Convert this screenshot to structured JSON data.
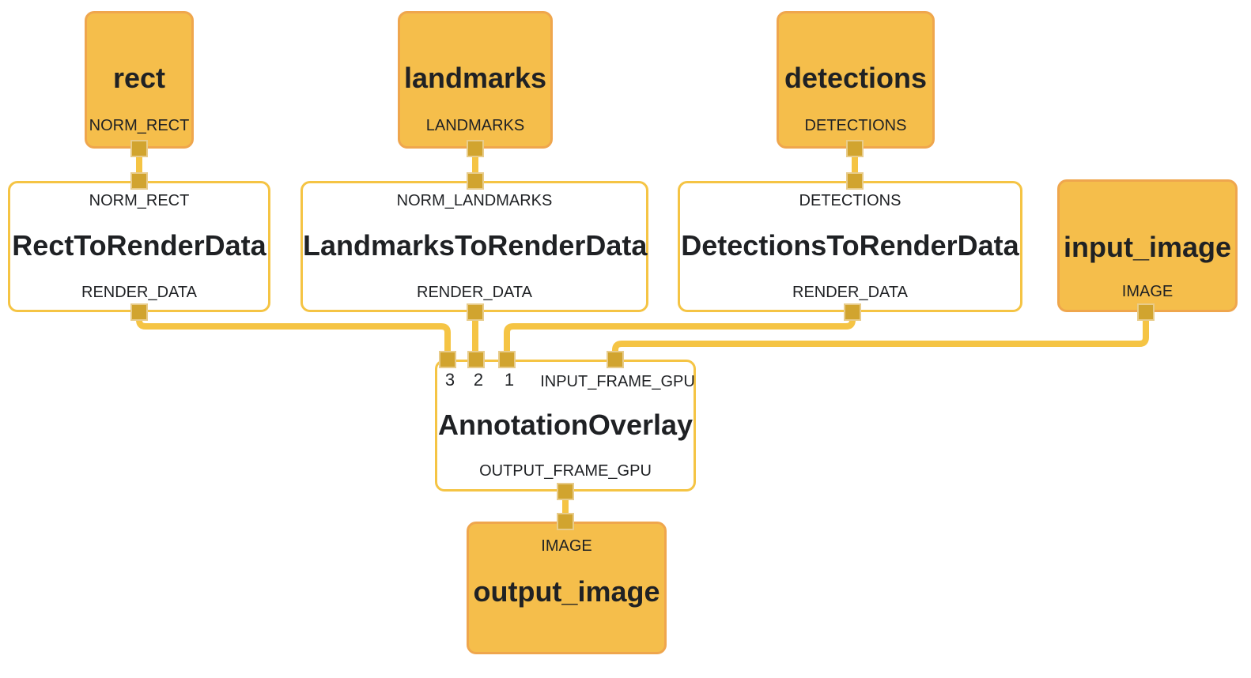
{
  "colors": {
    "background": "#ffffff",
    "stream_fill": "#f5be4b",
    "stream_border": "#efa64d",
    "wire": "#f5c444",
    "port_fill": "#d1a42f",
    "port_stroke": "#e8cc8b",
    "text": "#1f2124"
  },
  "nodes": {
    "rect": {
      "title": "rect",
      "output_label": "NORM_RECT"
    },
    "landmarks": {
      "title": "landmarks",
      "output_label": "LANDMARKS"
    },
    "detections": {
      "title": "detections",
      "output_label": "DETECTIONS"
    },
    "rect_to_render_data": {
      "input_label": "NORM_RECT",
      "title": "RectToRenderData",
      "output_label": "RENDER_DATA"
    },
    "landmarks_to_render_data": {
      "input_label": "NORM_LANDMARKS",
      "title": "LandmarksToRenderData",
      "output_label": "RENDER_DATA"
    },
    "detections_to_render_data": {
      "input_label": "DETECTIONS",
      "title": "DetectionsToRenderData",
      "output_label": "RENDER_DATA"
    },
    "input_image": {
      "title": "input_image",
      "output_label": "IMAGE"
    },
    "annotation_overlay": {
      "input_labels": [
        "3",
        "2",
        "1",
        "INPUT_FRAME_GPU"
      ],
      "title": "AnnotationOverlay",
      "output_label": "OUTPUT_FRAME_GPU"
    },
    "output_image": {
      "input_label": "IMAGE",
      "title": "output_image"
    }
  },
  "edges": [
    {
      "from": "rect:NORM_RECT",
      "to": "RectToRenderData:NORM_RECT"
    },
    {
      "from": "landmarks:LANDMARKS",
      "to": "LandmarksToRenderData:NORM_LANDMARKS"
    },
    {
      "from": "detections:DETECTIONS",
      "to": "DetectionsToRenderData:DETECTIONS"
    },
    {
      "from": "RectToRenderData:RENDER_DATA",
      "to": "AnnotationOverlay:3"
    },
    {
      "from": "LandmarksToRenderData:RENDER_DATA",
      "to": "AnnotationOverlay:2"
    },
    {
      "from": "DetectionsToRenderData:RENDER_DATA",
      "to": "AnnotationOverlay:1"
    },
    {
      "from": "input_image:IMAGE",
      "to": "AnnotationOverlay:INPUT_FRAME_GPU"
    },
    {
      "from": "AnnotationOverlay:OUTPUT_FRAME_GPU",
      "to": "output_image:IMAGE"
    }
  ]
}
